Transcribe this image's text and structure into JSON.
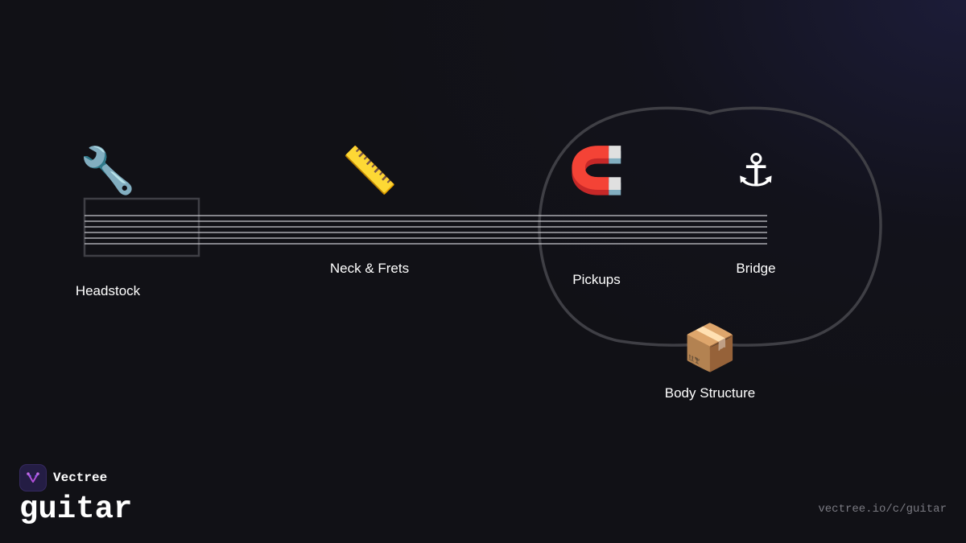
{
  "brand": {
    "name": "Vectree",
    "accent_color": "#b14fd8",
    "logo_icon": "vectree-logo-icon"
  },
  "page": {
    "title": "guitar",
    "url": "vectree.io/c/guitar"
  },
  "diagram": {
    "outline_color": "#3f3f45",
    "string_color": "#c9c9cf",
    "string_count": 6,
    "nodes": [
      {
        "id": "headstock",
        "label": "Headstock",
        "icon": "🔧",
        "icon_name": "wrench-icon"
      },
      {
        "id": "neck",
        "label": "Neck & Frets",
        "icon": "📏",
        "icon_name": "ruler-icon"
      },
      {
        "id": "pickups",
        "label": "Pickups",
        "icon": "🧲",
        "icon_name": "magnet-icon"
      },
      {
        "id": "bridge",
        "label": "Bridge",
        "icon": "⚓",
        "icon_name": "anchor-icon"
      },
      {
        "id": "body",
        "label": "Body Structure",
        "icon": "📦",
        "icon_name": "package-icon"
      }
    ]
  }
}
